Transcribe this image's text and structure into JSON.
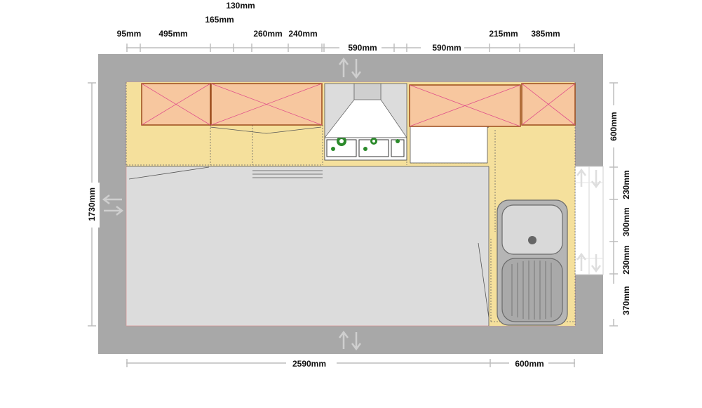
{
  "plan": {
    "colors": {
      "wall": "#a8a8a8",
      "floor": "#dcdcdc",
      "worktop": "#f5e09c",
      "wall_cabinet": "#f7c79f",
      "wall_cabinet_edge": "#9b4a1a",
      "cross_lines": "#e0508a",
      "dimension_line": "#bdbdbd",
      "sink": "#a9a9a9"
    },
    "dimensions": {
      "top_row": {
        "d1": "130mm",
        "d2": "165mm",
        "d3": "95mm",
        "d4": "495mm",
        "d5": "260mm",
        "d6": "240mm",
        "d7": "215mm",
        "d8": "385mm",
        "d9": "590mm",
        "d10": "590mm"
      },
      "left": "1730mm",
      "right": {
        "r1": "600mm",
        "r2": "230mm",
        "r3": "300mm",
        "r4": "230mm",
        "r5": "370mm"
      },
      "bottom": {
        "b1": "2590mm",
        "b2": "600mm"
      }
    },
    "icons": {
      "door_arrows": "double-arrow-icon",
      "hob": "hob-burner-icon",
      "sink": "sink-icon",
      "window": "window-icon"
    }
  }
}
